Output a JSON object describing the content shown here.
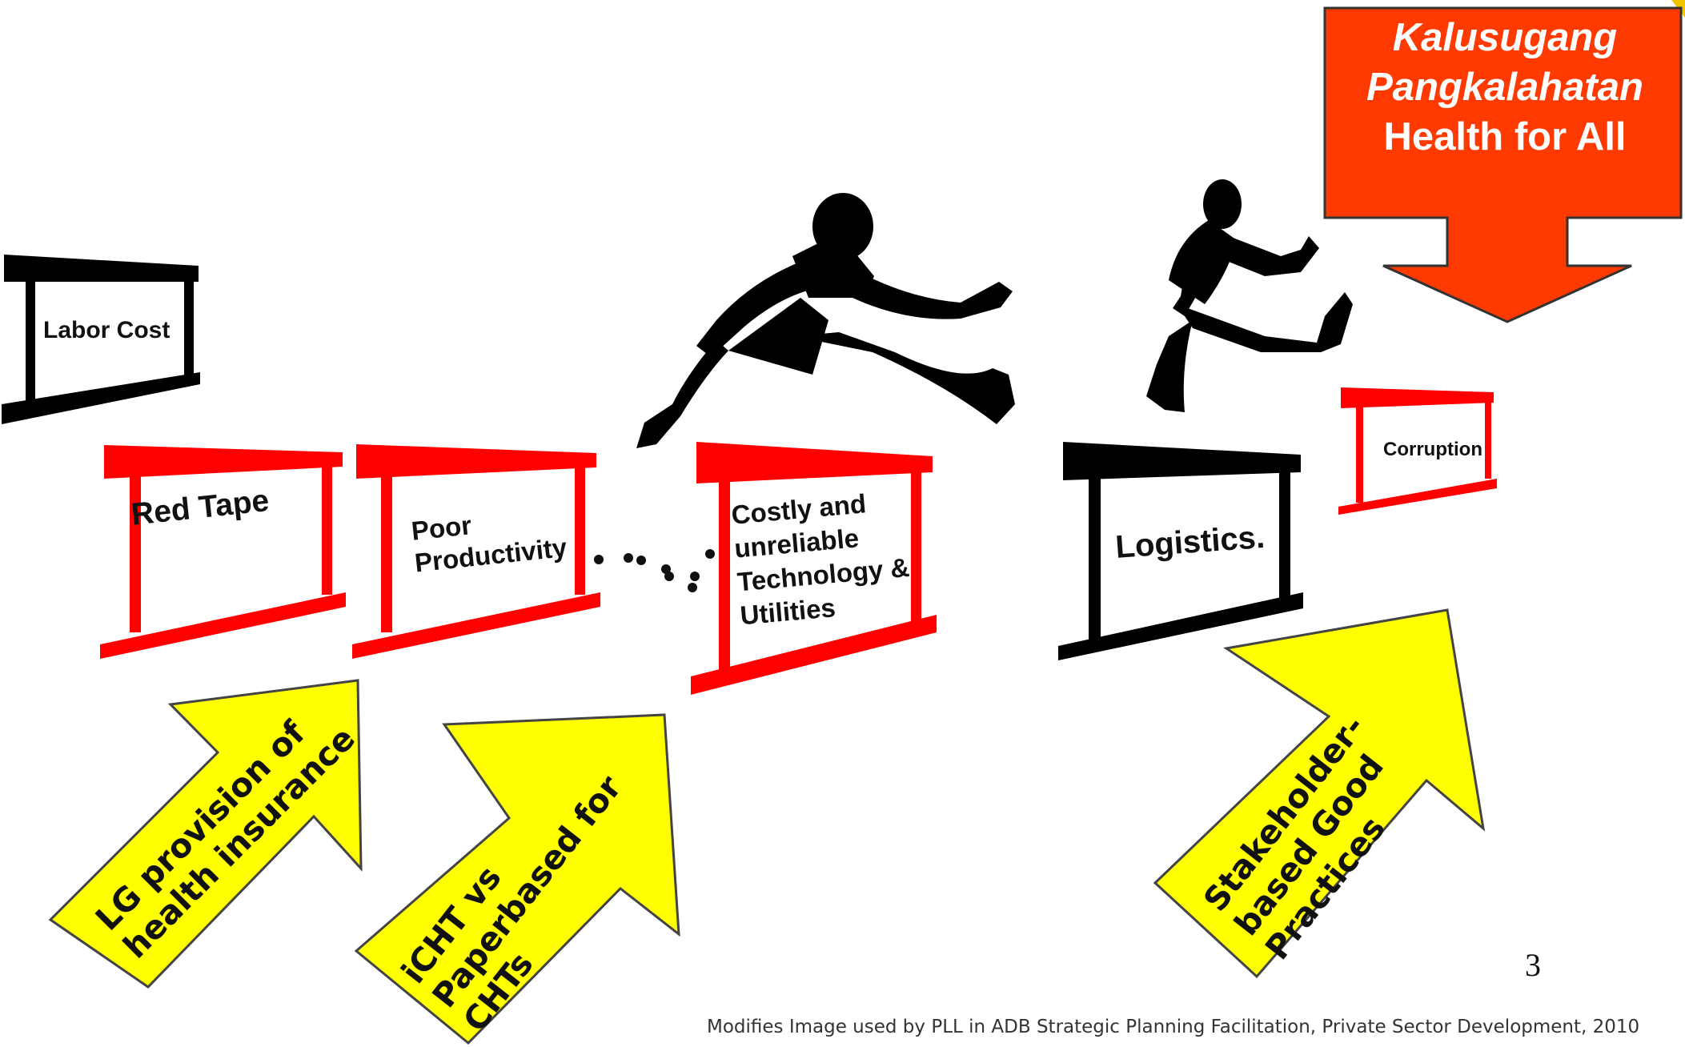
{
  "goal_banner": {
    "line1": "Kalusugang",
    "line2": "Pangkalahatan",
    "line3": "Health for All",
    "color": "#ff3a00"
  },
  "hurdles": {
    "labor_cost": "Labor Cost",
    "red_tape": "Red Tape",
    "poor_productivity": [
      "Poor",
      "Productivity"
    ],
    "technology": [
      "Costly and",
      "unreliable",
      "Technology &",
      "Utilities"
    ],
    "logistics": "Logistics.",
    "corruption": "Corruption"
  },
  "solutions": {
    "health_insurance": [
      "LG provision of",
      "health insurance"
    ],
    "icht": [
      "iCHT vs",
      "Paperbased for",
      "CHTs"
    ],
    "good_practices": [
      "Stakeholder-",
      "based Good",
      "Practices"
    ]
  },
  "colors": {
    "red_hurdle": "#ff0000",
    "black_hurdle": "#000000",
    "arrow_fill": "#ffff00",
    "arrow_border": "#444444"
  },
  "page_number": "3",
  "caption": "Modifies Image used by PLL in ADB Strategic Planning Facilitation, Private Sector Development, 2010"
}
